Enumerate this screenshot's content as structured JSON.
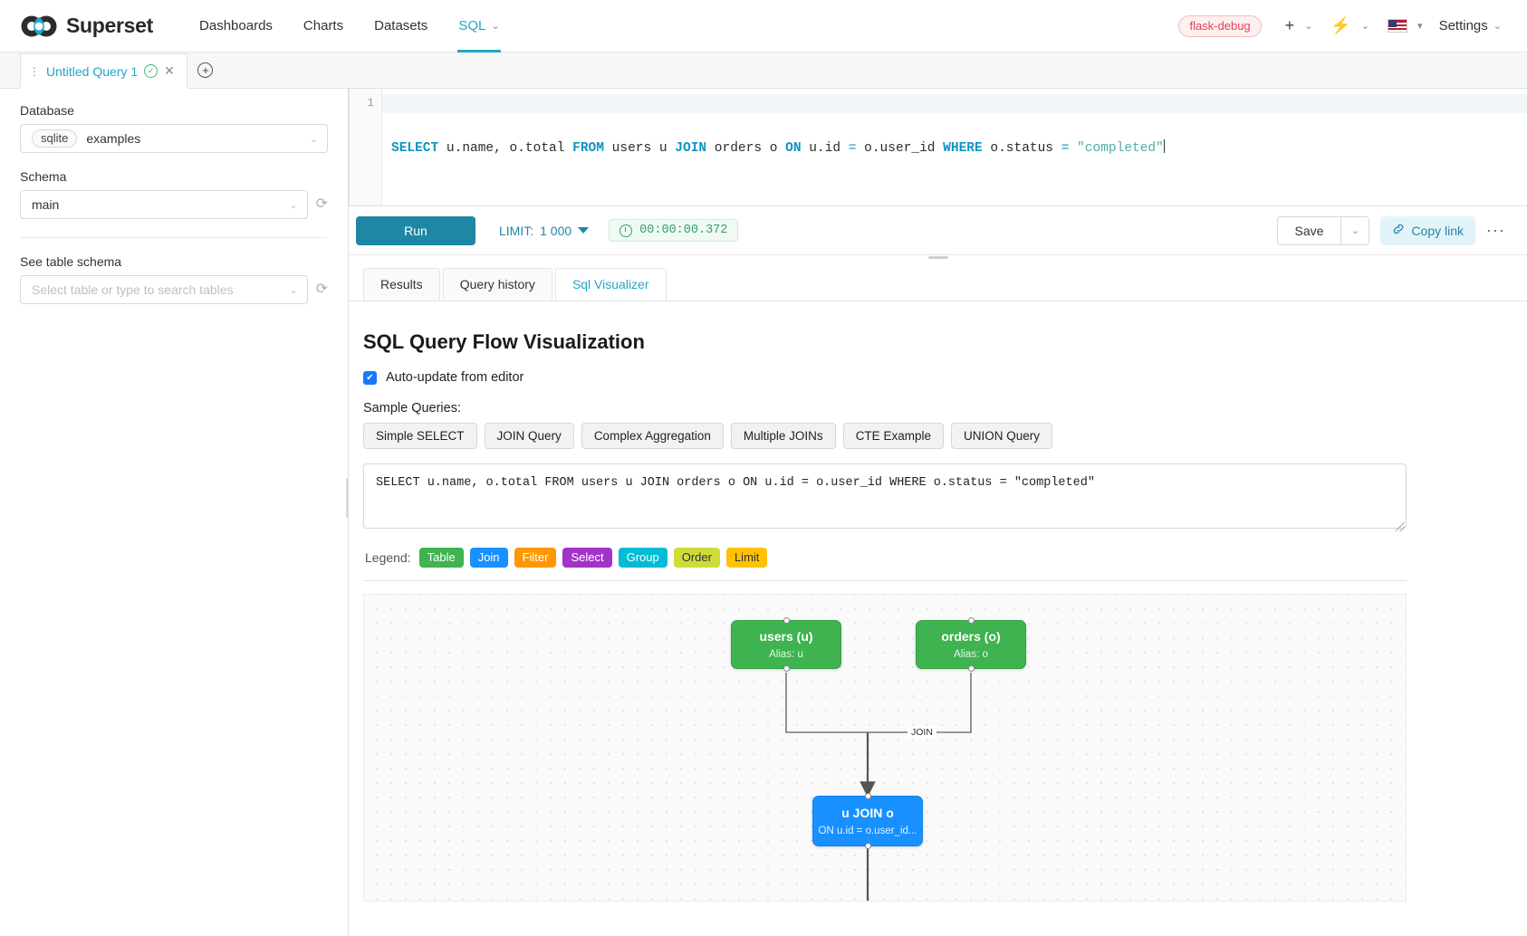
{
  "navbar": {
    "brand": "Superset",
    "links": [
      {
        "label": "Dashboards",
        "active": false,
        "caret": ""
      },
      {
        "label": "Charts",
        "active": false,
        "caret": ""
      },
      {
        "label": "Datasets",
        "active": false,
        "caret": ""
      },
      {
        "label": "SQL",
        "active": true,
        "caret": "⌄"
      }
    ],
    "debug_badge": "flask-debug",
    "plus_icon": "+",
    "plus_caret": "⌄",
    "bolt_icon": "⚡",
    "bolt_caret": "⌄",
    "language_icon": "us-flag-icon",
    "language_caret": "▾",
    "settings_label": "Settings",
    "settings_caret": "⌄"
  },
  "query_tabs": {
    "drag_handle": "⋮",
    "tab_title": "Untitled Query 1",
    "status_icon": "✓",
    "close_icon": "✕",
    "add_tab_icon": "+"
  },
  "left_panel": {
    "database_label": "Database",
    "database_engine_chip": "sqlite",
    "database_value": "examples",
    "schema_label": "Schema",
    "schema_value": "main",
    "table_schema_label": "See table schema",
    "table_schema_placeholder": "Select table or type to search tables",
    "caret": "⌄",
    "refresh_icon": "⟳"
  },
  "editor": {
    "line_number": "1",
    "tokens": [
      {
        "t": "SELECT",
        "c": "kw"
      },
      {
        "t": " u.name, o.total ",
        "c": ""
      },
      {
        "t": "FROM",
        "c": "kw"
      },
      {
        "t": " users u ",
        "c": ""
      },
      {
        "t": "JOIN",
        "c": "kw"
      },
      {
        "t": " orders o ",
        "c": ""
      },
      {
        "t": "ON",
        "c": "kw"
      },
      {
        "t": " u.id ",
        "c": ""
      },
      {
        "t": "=",
        "c": "op"
      },
      {
        "t": " o.user_id ",
        "c": ""
      },
      {
        "t": "WHERE",
        "c": "kw"
      },
      {
        "t": " o.status ",
        "c": ""
      },
      {
        "t": "=",
        "c": "op"
      },
      {
        "t": " \"completed\"",
        "c": "str"
      }
    ]
  },
  "toolbar": {
    "run_label": "Run",
    "limit_label": "LIMIT:",
    "limit_value": "1 000",
    "timer_value": "00:00:00.372",
    "clock_icon": "clock-icon",
    "save_label": "Save",
    "save_caret": "⌄",
    "copy_link_label": "Copy link",
    "link_icon": "🔗",
    "more_icon": "···"
  },
  "result_tabs": [
    {
      "label": "Results",
      "active": false
    },
    {
      "label": "Query history",
      "active": false
    },
    {
      "label": "Sql Visualizer",
      "active": true
    }
  ],
  "visualizer": {
    "title": "SQL Query Flow Visualization",
    "auto_update_label": "Auto-update from editor",
    "auto_update_checked": true,
    "check_glyph": "✔",
    "samples_label": "Sample Queries:",
    "sample_buttons": [
      "Simple SELECT",
      "JOIN Query",
      "Complex Aggregation",
      "Multiple JOINs",
      "CTE Example",
      "UNION Query"
    ],
    "sql_text": "SELECT u.name, o.total FROM users u JOIN orders o ON u.id = o.user_id WHERE o.status = \"completed\"",
    "legend_label": "Legend:",
    "legend": [
      {
        "label": "Table",
        "color": "#3eb34f"
      },
      {
        "label": "Join",
        "color": "#1890ff"
      },
      {
        "label": "Filter",
        "color": "#ff9800"
      },
      {
        "label": "Select",
        "color": "#a333c8"
      },
      {
        "label": "Group",
        "color": "#00bcd4"
      },
      {
        "label": "Order",
        "color": "#cddc39"
      },
      {
        "label": "Limit",
        "color": "#ffc107"
      }
    ]
  },
  "flow": {
    "nodes": [
      {
        "id": "users",
        "title": "users (u)",
        "subtitle": "Alias: u",
        "kind": "table"
      },
      {
        "id": "orders",
        "title": "orders (o)",
        "subtitle": "Alias: o",
        "kind": "table"
      },
      {
        "id": "join",
        "title": "u JOIN o",
        "subtitle": "ON u.id = o.user_id...",
        "kind": "join"
      }
    ],
    "edge_label": "JOIN"
  }
}
